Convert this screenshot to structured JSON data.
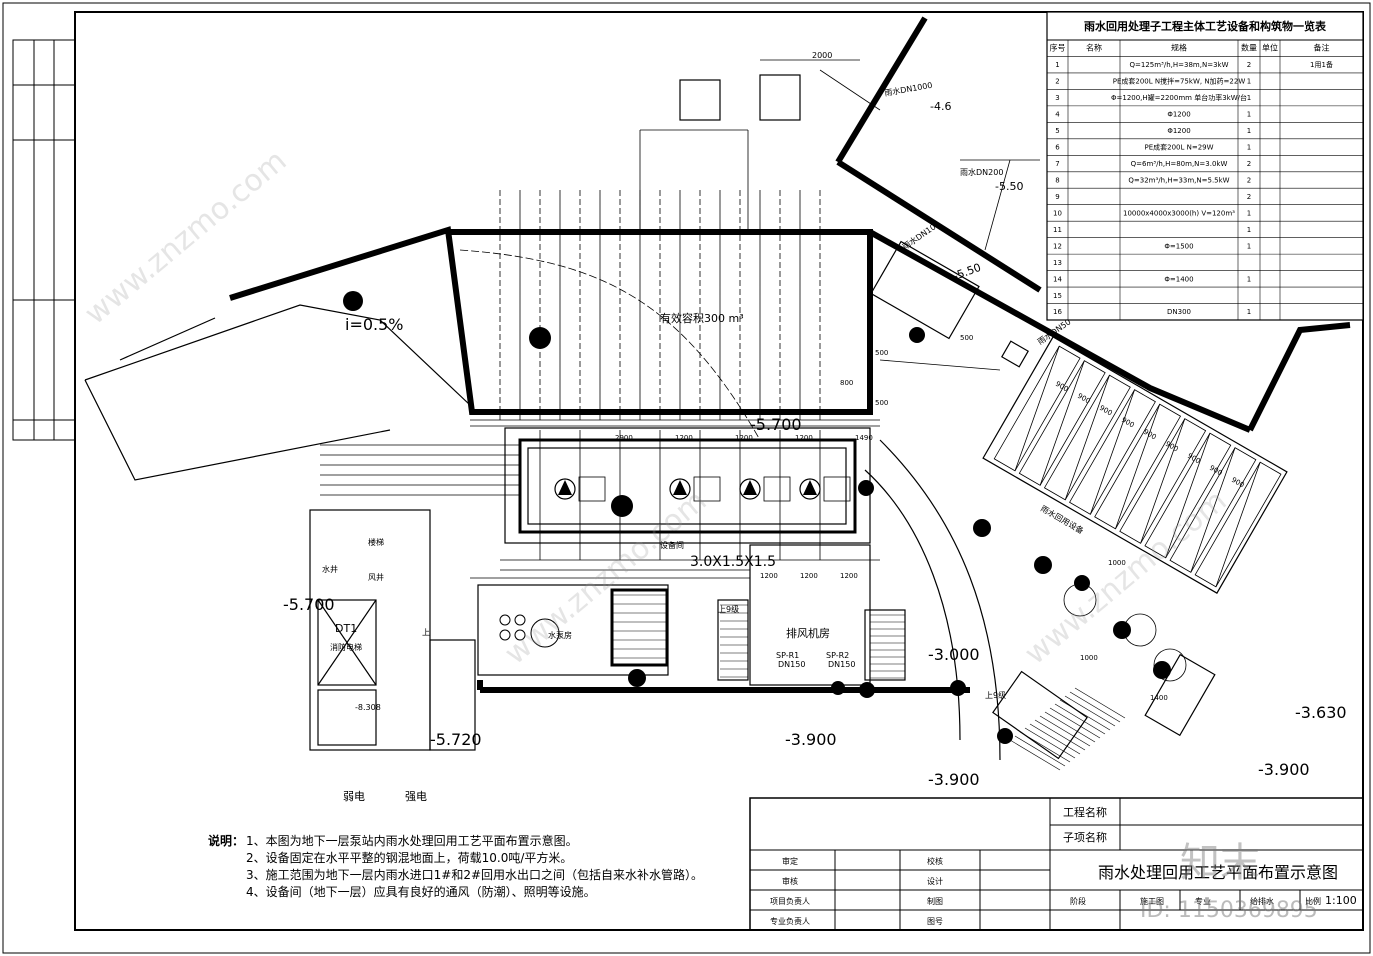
{
  "equipment_table": {
    "title": "雨水回用处理子工程主体工艺设备和构筑物一览表",
    "headers": [
      "序号",
      "名称",
      "规格",
      "数量",
      "单位",
      "备注"
    ],
    "rows": [
      {
        "no": "1",
        "spec": "Q=125m³/h,H=38m,N=3kW",
        "qty": "2",
        "note": "1用1备"
      },
      {
        "no": "2",
        "spec": "PE成套200L  N搅拌=75kW, N加药=22W",
        "qty": "1",
        "note": ""
      },
      {
        "no": "3",
        "spec": "Φ=1200,H罐=2200mm 单台功率3kW/台",
        "qty": "1",
        "note": ""
      },
      {
        "no": "4",
        "spec": "Φ1200",
        "qty": "1",
        "note": ""
      },
      {
        "no": "5",
        "spec": "Φ1200",
        "qty": "1",
        "note": ""
      },
      {
        "no": "6",
        "spec": "PE成套200L  N=29W",
        "qty": "1",
        "note": ""
      },
      {
        "no": "7",
        "spec": "Q=6m³/h,H=80m,N=3.0kW",
        "qty": "2",
        "note": ""
      },
      {
        "no": "8",
        "spec": "Q=32m³/h,H=33m,N=5.5kW",
        "qty": "2",
        "note": ""
      },
      {
        "no": "9",
        "spec": "",
        "qty": "2",
        "note": ""
      },
      {
        "no": "10",
        "spec": "10000x4000x3000(h) V=120m³",
        "qty": "1",
        "note": ""
      },
      {
        "no": "11",
        "spec": "",
        "qty": "1",
        "note": ""
      },
      {
        "no": "12",
        "spec": "Φ=1500",
        "qty": "1",
        "note": ""
      },
      {
        "no": "13",
        "spec": "",
        "qty": "",
        "note": ""
      },
      {
        "no": "14",
        "spec": "Φ=1400",
        "qty": "1",
        "note": ""
      },
      {
        "no": "15",
        "spec": "",
        "qty": "",
        "note": ""
      },
      {
        "no": "16",
        "spec": "DN300",
        "qty": "1",
        "note": ""
      }
    ]
  },
  "labels": {
    "slope": "i=0.5%",
    "pool_volume": "有效容积300 m³",
    "elev_1": "-5.700",
    "elev_2": "-5.720",
    "elev_3": "-8.308",
    "elev_4": "-3.000",
    "elev_5": "-3.900",
    "elev_6": "-3.900",
    "elev_7": "-3.900",
    "elev_8": "-3.630",
    "elev_9": "-5.700",
    "elev_10": "-4.6",
    "elev_11": "-5.50",
    "elev_12": "-5.50",
    "pipe_1": "雨水DN1000",
    "pipe_2": "雨水DN200",
    "pipe_3": "雨水DN100",
    "pipe_4": "雨水DN50",
    "dim_2000": "2000",
    "dim_pit": "3.0X1.5X1.5",
    "room_fan": "排风机房",
    "room_equip": "设备间",
    "room_pump": "水泵房",
    "room_water": "水井",
    "room_wind": "风井",
    "room_tower": "楼梯",
    "elevator": "DT1",
    "elevator_sub": "消防电梯",
    "room_weak": "弱电",
    "room_strong": "强电",
    "sp1": "SP-R1",
    "sp2": "SP-R2",
    "dn150a": "DN150",
    "dn150b": "DN150",
    "stair1": "上9级",
    "stair2": "上9级",
    "up": "上",
    "rain_module": "雨水回用设备",
    "dims_top": [
      "900",
      "900",
      "900",
      "900",
      "900",
      "900",
      "900",
      "900",
      "900"
    ],
    "dims_mid": [
      "2900",
      "1200",
      "1200",
      "1200",
      "1490"
    ],
    "dims_low": [
      "1200",
      "1200",
      "1200"
    ],
    "dims_misc": [
      "500",
      "800",
      "500",
      "1400",
      "1000",
      "1000",
      "500"
    ]
  },
  "title_block": {
    "project_name_label": "工程名称",
    "subproject_label": "子项名称",
    "drawing_title": "雨水处理回用工艺平面布置示意图",
    "rows": [
      [
        "审定",
        "",
        "校核",
        ""
      ],
      [
        "审核",
        "",
        "设计",
        ""
      ],
      [
        "项目负责人",
        "",
        "制图",
        ""
      ],
      [
        "专业负责人",
        "",
        "图号",
        ""
      ]
    ],
    "stage_label": "阶段",
    "stage_value": "施工图",
    "major_label": "专业",
    "major_value": "给排水",
    "scale_label": "比例",
    "scale_value": "1:100"
  },
  "notes": {
    "label": "说明：",
    "items": [
      "1、本图为地下一层泵站内雨水处理回用工艺平面布置示意图。",
      "2、设备固定在水平平整的钢混地面上，荷载10.0吨/平方米。",
      "3、施工范围为地下一层内雨水进口1#和2#回用水出口之间（包括自来水补水管路）。",
      "4、设备间（地下一层）应具有良好的通风（防潮）、照明等设施。"
    ]
  },
  "watermark": {
    "site": "www.znzmo.com",
    "brand": "知末",
    "id_text": "ID: 1150369895"
  }
}
